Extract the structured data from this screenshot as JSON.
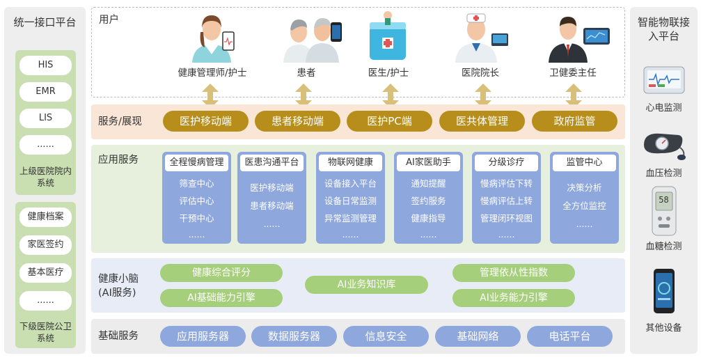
{
  "left": {
    "title": "统一接口平台",
    "upper_items": [
      "HIS",
      "EMR",
      "LIS",
      "......"
    ],
    "upper_note": "上级医院院内系统",
    "lower_items": [
      "健康档案",
      "家医签约",
      "基本医疗",
      "......"
    ],
    "lower_note": "下级医院公卫系统"
  },
  "right": {
    "title": "智能物联接入平台",
    "devices": [
      "心电监测",
      "血压检测",
      "血糖检测",
      "其他设备"
    ],
    "glucose_reading": "58"
  },
  "users": {
    "title": "用户",
    "items": [
      "健康管理师/护士",
      "患者",
      "医生/护士",
      "医院院长",
      "卫健委主任"
    ]
  },
  "display": {
    "title": "服务/展现",
    "items": [
      "医护移动端",
      "患者移动端",
      "医护PC端",
      "医共体管理",
      "政府监管"
    ]
  },
  "app_services": {
    "title": "应用服务",
    "cards": [
      {
        "head": "全程慢病管理",
        "items": [
          "筛查中心",
          "评估中心",
          "干预中心",
          "......"
        ]
      },
      {
        "head": "医患沟通平台",
        "items": [
          "医护移动端",
          "患者移动端",
          "......"
        ]
      },
      {
        "head": "物联网健康",
        "items": [
          "设备接入平台",
          "设备日常监测",
          "异常监测管理",
          "......"
        ]
      },
      {
        "head": "AI家医助手",
        "items": [
          "通知提醒",
          "签约服务",
          "健康指导",
          "......"
        ]
      },
      {
        "head": "分级诊疗",
        "items": [
          "慢病评估下转",
          "慢病评估上转",
          "管理闭环视图",
          "......"
        ]
      },
      {
        "head": "监管中心",
        "items": [
          "决策分析",
          "全方位监控",
          "......"
        ]
      }
    ]
  },
  "ai_brain": {
    "title_line1": "健康小脑",
    "title_line2": "(AI服务)",
    "items": [
      "健康综合评分",
      "AI基础能力引擎",
      "AI业务知识库",
      "管理依从性指数",
      "AI业务能力引擎"
    ]
  },
  "base": {
    "title": "基础服务",
    "items": [
      "应用服务器",
      "数据服务器",
      "信息安全",
      "基础网络",
      "电话平台"
    ]
  }
}
